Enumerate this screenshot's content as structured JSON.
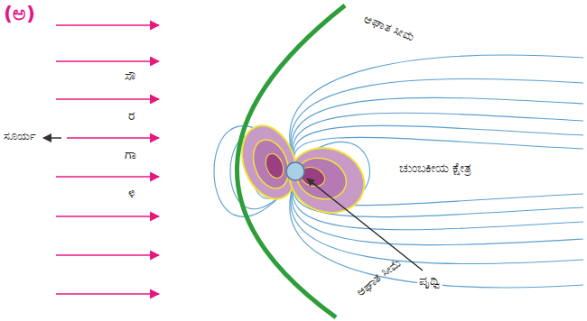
{
  "diagram": {
    "labels": [
      "(ಅ)",
      "ಆಘಾತ ಸೀಮೆ",
      "ಸೌ",
      "ರ",
      "ಗಾ",
      "ಳಿ",
      "ಸೂರ್ಯ",
      "ಚುಂಬಕೀಯ ಕ್ಷೇತ್ರ",
      "ಆಘಾತ ಸೀಮೆ",
      "ಪೃಥ್ವಿ"
    ]
  }
}
